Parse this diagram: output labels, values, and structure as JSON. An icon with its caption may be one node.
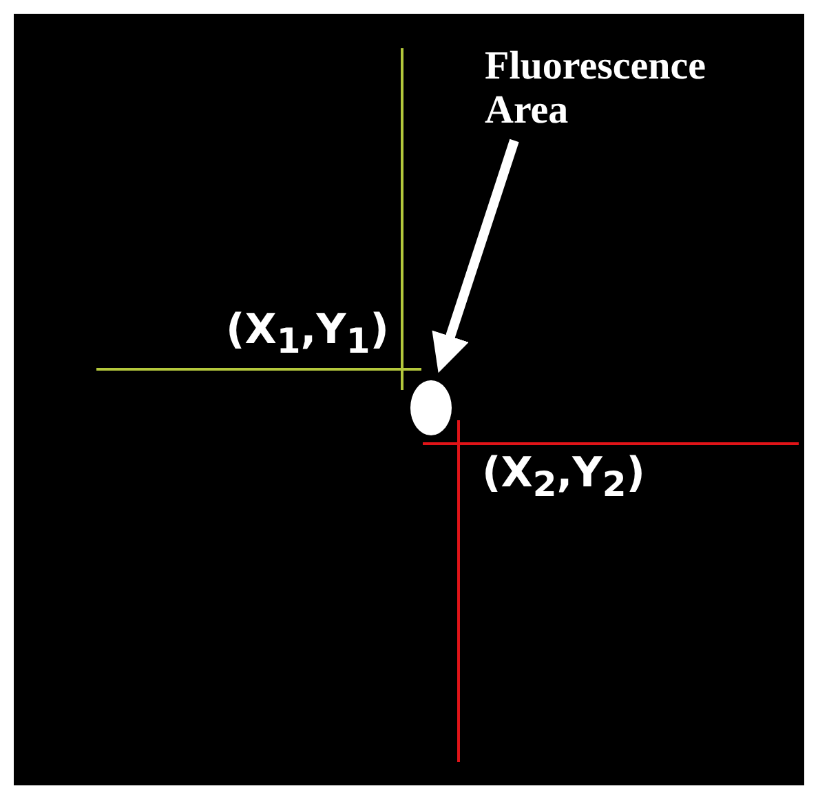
{
  "diagram": {
    "nodes": [
      {
        "text": [
          "Fluorescence Area"
        ]
      },
      {
        "text": [],
        "shape": "circle"
      }
    ],
    "edges": [
      {
        "from": 0,
        "to": 1,
        "arrow": "to"
      }
    ],
    "labels": [
      "(X$_{1}$,Y$_{1}$)",
      "(X$_{2}$,Y$_{2}$)"
    ]
  }
}
